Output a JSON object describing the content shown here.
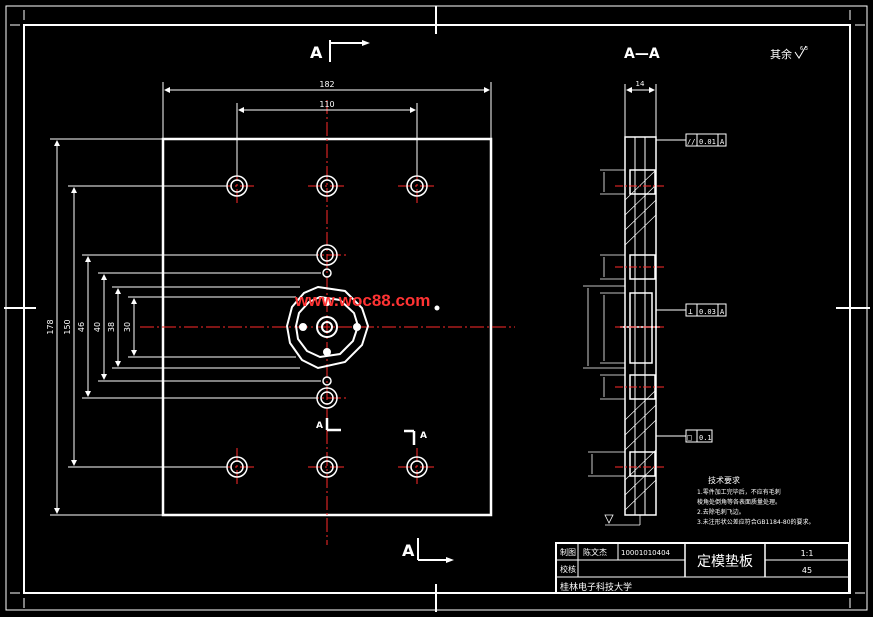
{
  "section_marks": {
    "top_left": "A",
    "top_right": "A",
    "bottom_left": "A",
    "bottom_right": "A",
    "bottom_label": "A",
    "section_title": "A—A"
  },
  "roughness_note": "其余",
  "roughness_value": "6.3",
  "watermark": "www.woc88.com",
  "dimensions": {
    "plate_width": "182",
    "hole_spacing_x": "110",
    "plate_height": "178",
    "dim_v2": "150",
    "dim_v3": "46",
    "dim_v4": "40",
    "dim_v5": "38",
    "dim_v6": "30",
    "section_thickness": "14"
  },
  "tolerance_frames": [
    {
      "symbol": "//",
      "value": "0.01",
      "datum": "A"
    },
    {
      "symbol": "⊥",
      "value": "0.03",
      "datum": "A"
    },
    {
      "symbol": "□",
      "value": "0.1",
      "datum": ""
    }
  ],
  "tech_requirements": {
    "heading": "技术要求",
    "items": [
      "1.零件加工完毕后，不应有毛刺",
      "  棱角处倒角等各表面质量处理。",
      "2.去除毛刺飞边。",
      "3.未注形状公差应符合GB1184-80的要求。"
    ]
  },
  "title_block": {
    "row1": [
      "制图",
      "陈文杰",
      "10001010404"
    ],
    "row2": [
      "校核"
    ],
    "part_name": "定模垫板",
    "scale": "1:1",
    "sheet_no": "45",
    "school": "桂林电子科技大学"
  },
  "colors": {
    "line": "#ffffff",
    "center_line": "#ff2a2a",
    "watermark": "#ff3333",
    "background": "#000000"
  }
}
